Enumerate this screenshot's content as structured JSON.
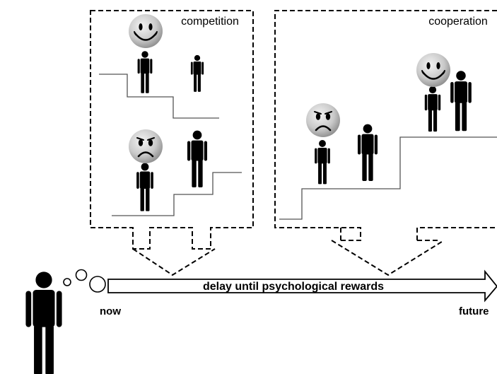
{
  "labels": {
    "competition": "competition",
    "cooperation": "cooperation",
    "timeline": "delay until psychological rewards",
    "now": "now",
    "future": "future"
  },
  "colors": {
    "figure": "#000000",
    "face_fill": "#c9c9c9",
    "stair_line": "#555555",
    "dash": "#000000",
    "background": "#ffffff"
  },
  "icons": {
    "happy_face": "smiley-face-icon",
    "sad_face": "sad-face-icon",
    "person": "person-icon",
    "thought_bubble": "thought-bubble-icon"
  }
}
